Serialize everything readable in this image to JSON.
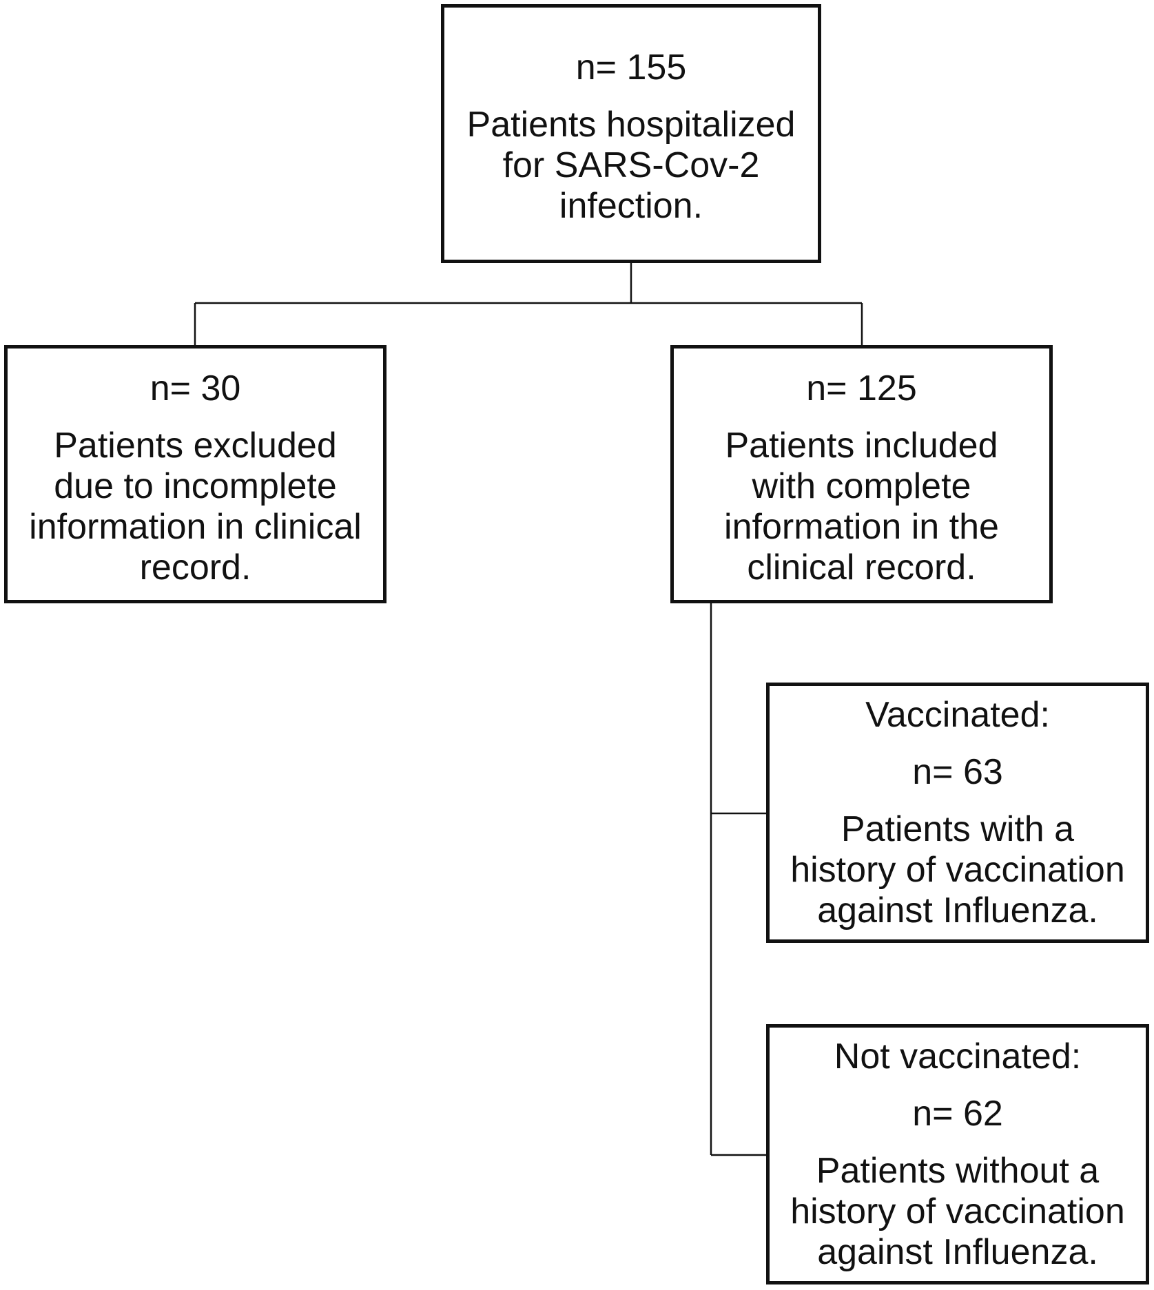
{
  "diagram": {
    "total": {
      "count": "n= 155",
      "description": [
        "Patients hospitalized",
        "for SARS-Cov-2",
        "infection."
      ]
    },
    "excluded": {
      "count": "n= 30",
      "description": [
        "Patients excluded",
        "due to incomplete",
        "information in clinical",
        "record."
      ]
    },
    "included": {
      "count": "n= 125",
      "description": [
        "Patients included",
        "with complete",
        "information in the",
        "clinical record."
      ]
    },
    "vaccinated": {
      "heading": "Vaccinated:",
      "count": "n= 63",
      "description": [
        "Patients with a",
        "history of vaccination",
        "against Influenza."
      ]
    },
    "not_vaccinated": {
      "heading": "Not vaccinated:",
      "count": "n= 62",
      "description": [
        "Patients without a",
        "history of vaccination",
        "against Influenza."
      ]
    }
  },
  "colors": {
    "stroke": "#111111",
    "background": "#ffffff"
  }
}
